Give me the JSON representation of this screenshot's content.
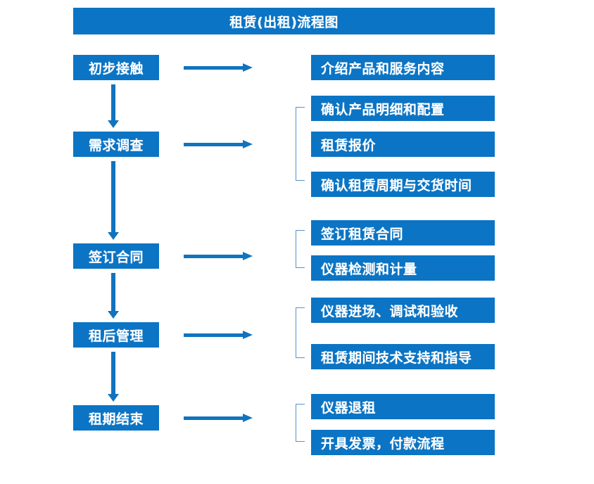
{
  "title": "租赁(出租)流程图",
  "colors": {
    "box_fill": "#0b74c4",
    "box_text": "#ffffff",
    "arrow": "#1173be",
    "bracket": "#5b8fc9",
    "background": "#ffffff"
  },
  "stages": [
    {
      "label": "初步接触"
    },
    {
      "label": "需求调查"
    },
    {
      "label": "签订合同"
    },
    {
      "label": "租后管理"
    },
    {
      "label": "租期结束"
    }
  ],
  "details": [
    {
      "label": "介绍产品和服务内容"
    },
    {
      "label": "确认产品明细和配置"
    },
    {
      "label": "租赁报价"
    },
    {
      "label": "确认租赁周期与交货时间"
    },
    {
      "label": "签订租赁合同"
    },
    {
      "label": "仪器检测和计量"
    },
    {
      "label": "仪器进场、调试和验收"
    },
    {
      "label": "租赁期间技术支持和指导"
    },
    {
      "label": "仪器退租"
    },
    {
      "label": "开具发票，付款流程"
    }
  ],
  "icons": {
    "right_arrow": "right-arrow-icon",
    "down_arrow": "down-arrow-icon",
    "group_bracket": "group-bracket-icon"
  }
}
